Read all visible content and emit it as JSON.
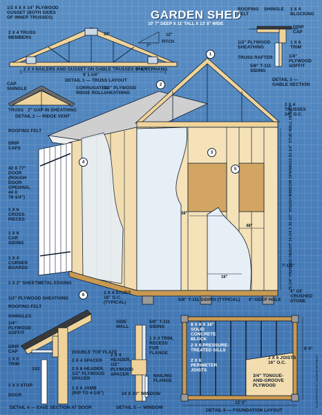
{
  "title": "GARDEN SHED",
  "subtitle": "10' 7\" DEEP X 11' TALL X 13' 8\" WIDE",
  "detail1": {
    "caption": "DETAIL 1 — TRUSS LAYOUT",
    "labels": {
      "gusset": "1/2 X 8 X 14\" PLYWOOD\nGUSSET (BOTH SIDES\nOF INNER TRUSSES)",
      "members": "2 X 4 TRUSS\nMEMBERS",
      "angle": "23°",
      "nailers": "2 X 4 NAILERS AND GUSSET ON GABLE TRUSSES ONLY",
      "overhang": "8\" OVERHANG",
      "span": "9' 1-1/4\"",
      "pitch_rise": "12\"",
      "pitch": "PITCH",
      "pitch_run": "7\""
    }
  },
  "detail2": {
    "caption": "DETAIL 2 — RIDGE VENT",
    "labels": {
      "cap_shingle": "CAP\nSHINGLE",
      "ridge_roll": "CORRUGATED\nRIDGE ROLL",
      "sheathing": "1/2\" PLYWOOD\nSHEATHING",
      "truss": "TRUSS",
      "gap": "2\" GAP IN SHEATHING"
    }
  },
  "detail3": {
    "caption": "DETAIL 3 —\nGABLE SECTION",
    "labels": {
      "roofing_felt": "ROOFING\nFELT",
      "shingle": "SHINGLE",
      "blocking": "2 X 4\nBLOCKING",
      "drip_cap": "DRIP\nCAP",
      "ply_sheathing": "1/2\" PLYWOOD\nSHEATHING",
      "trim": "1 X 6\nTRIM",
      "truss_rafter": "TRUSS RAFTER",
      "siding": "5/8\" T-111\nSIDING",
      "soffit": "1/4\"\nPLYWOOD\nSOFFIT"
    }
  },
  "main": {
    "labels": {
      "roofing_felt": "ROOFING FELT",
      "drip_caps": "DRIP\nCAPS",
      "door": "42 X 77\"\nDOOR\n(ROUGH\nDOOR\nOPENING,\n44 X\n78-1/4\")",
      "cross": "1 X 6\nCROSS-\nPIECES",
      "car_siding": "1 X 8\nCAR\nSIDING",
      "corner": "1 X 4\nCORNER\nBOARDS",
      "edging": "1 X 2\" SHEETMETAL EDGING",
      "studs": "2 X 4 STUDS\n16\" O.C.\n(TYPICAL)",
      "trusses": "2 X 4\nTRUSSES\n24\" O.C.",
      "window_w": "38\"",
      "window_x": "48\"",
      "sill_h": "16\"",
      "width_bot": "7'-1/4\"",
      "t111": "5/8\" T-111 SIDING (TYPICAL)",
      "hole": "6\"-DEEP HOLE",
      "stone": "4\" OF\nCRUSHED\nSTONE",
      "heights": "75-1/4\" FINISHED HEIGHT  24-3/4 X 30-1/2\" ROUGH WINDOW OPENINGS  83-1/4\" STUD WALL HEIGHT"
    },
    "callouts": [
      "1",
      "2",
      "3",
      "4",
      "5",
      "6"
    ]
  },
  "detail4": {
    "caption": "DETAIL 4 — EAVE SECTION AT DOOR",
    "labels": {
      "ply": "1/2\" PLYWOOD SHEATHING",
      "felt": "ROOFING FELT",
      "shingles": "SHINGLES",
      "soffit": "1/4\"\nPLYWOOD\nSOFFIT",
      "drip": "DRIP\nCAP",
      "trim": "1 X 6\nTRIM",
      "x12": "1X2",
      "stop": "1 X 2 STOP",
      "door": "DOOR",
      "top_plate": "DOUBLE TOP PLATE",
      "spacer": "2 X 4 SPACER",
      "header": "2 X 6 HEADER,\n1/2\" PLYWOOD\nSPACER",
      "jamb": "1 X 6 JAMB\n(RIP TO 4-1/8\")"
    }
  },
  "detail5": {
    "caption": "DETAIL 5 — WINDOW",
    "labels": {
      "side_wall": "SIDE\nWALL",
      "siding": "5/8\" T-111\nSIDING",
      "trim": "1 X 4 TRIM,\nRECESS\nFOR\nFLANGE",
      "header": "2 X 4\nHEADER,\n1/2\"\nPLYWOOD\nSPACER",
      "flange": "NAILING\nFLANGE",
      "window": "24 X 30\" WINDOW"
    }
  },
  "detail6": {
    "caption": "DETAIL 6 — FOUNDATION LAYOUT",
    "labels": {
      "block": "8 X 8 X 16\"\nSOLID\nCONCRETE\nBLOCK",
      "sills": "2 X 6 PRESSURE-\nTREATED SILLS",
      "joists_p": "2 X 6\nPERIMETER\nJOISTS",
      "joists": "2 X 6 JOISTS\n16\" O.C.",
      "floor": "3/4\" TONGUE-\nAND-GROOVE\nPLYWOOD",
      "depth": "9' 0\"",
      "width": "13' 0\""
    }
  },
  "credit": "ILLUSTRATION BY GEORGE RETSECK",
  "colors": {
    "background": "#4a80bb",
    "wood": "#e9c98a",
    "wood_dark": "#c89a52",
    "siding": "#e6eef6",
    "line": "#0b1a2d"
  }
}
